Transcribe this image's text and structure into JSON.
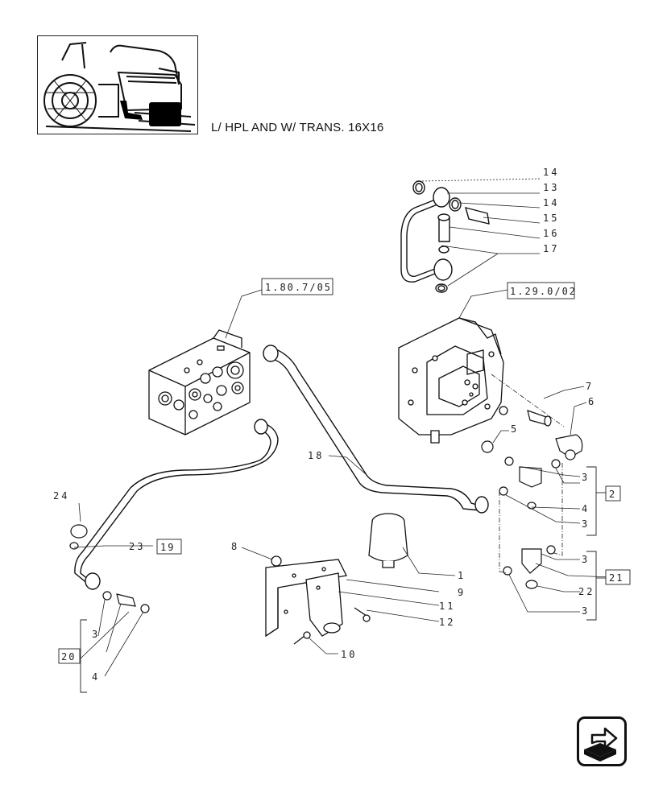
{
  "header": {
    "title": "L/ HPL AND W/ TRANS. 16X16"
  },
  "references": {
    "r1": "1.80.7/05",
    "r2": "1.29.0/02",
    "r19": "19",
    "r20": "20",
    "r2box": "2",
    "r21": "21"
  },
  "callouts": {
    "c14a": "14",
    "c13": "13",
    "c14b": "14",
    "c15": "15",
    "c16": "16",
    "c17": "17",
    "c7": "7",
    "c6": "6",
    "c5": "5",
    "c3a": "3",
    "c4a": "4",
    "c3b": "3",
    "c3c": "3",
    "c22": "22",
    "c3d": "3",
    "c18": "18",
    "c24": "24",
    "c23": "23",
    "c8": "8",
    "c1": "1",
    "c9": "9",
    "c11": "11",
    "c12": "12",
    "c10": "10",
    "c3e": "3",
    "c4b": "4"
  },
  "icons": {
    "thumbnail": "tractor-thumbnail-icon",
    "navigation": "next-page-arrow-icon"
  }
}
